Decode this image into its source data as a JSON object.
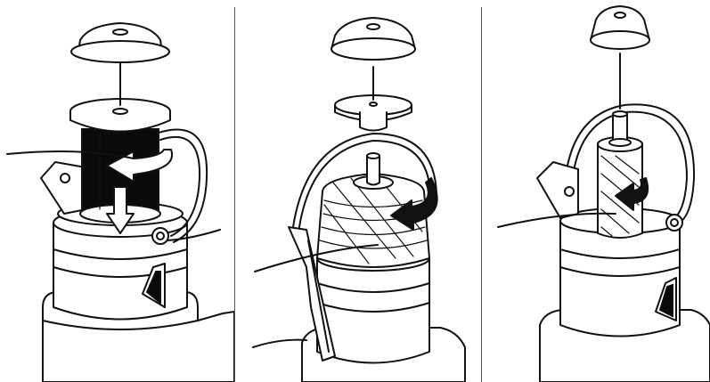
{
  "figure": {
    "panels": [
      {
        "content": "dark-spool"
      },
      {
        "content": "cone-spool"
      },
      {
        "content": "small-tube-spool"
      }
    ]
  }
}
